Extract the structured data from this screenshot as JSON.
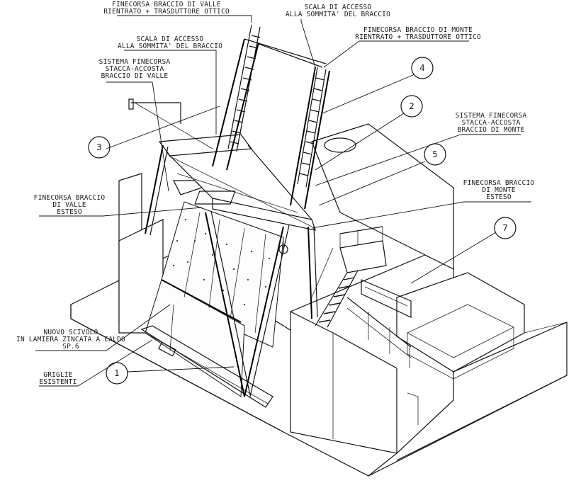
{
  "labels": {
    "finecorsa_valle_rientrato": [
      "FINECORSA BRACCIO DI VALLE",
      "RIENTRATO + TRASDUTTORE OTTICO"
    ],
    "scala_accesso_right": [
      "SCALA DI ACCESSO",
      "ALLA SOMMITA' DEL BRACCIO"
    ],
    "finecorsa_monte_rientrato": [
      "FINECORSA BRACCIO DI MONTE",
      "RIENTRATO + TRASDUTTORE OTTICO"
    ],
    "scala_accesso_left": [
      "SCALA DI ACCESSO",
      "ALLA SOMMITA' DEL BRACCIO"
    ],
    "sistema_valle": [
      "SISTEMA FINECORSA",
      "STACCA-ACCOSTA",
      "BRACCIO DI VALLE"
    ],
    "sistema_monte": [
      "SISTEMA FINECORSA",
      "STACCA-ACCOSTA",
      "BRACCIO DI MONTE"
    ],
    "finecorsa_valle_esteso": [
      "FINECORSA BRACCIO",
      "DI VALLE",
      "ESTESO"
    ],
    "finecorsa_monte_esteso": [
      "FINECORSA BRACCIO",
      "DI MONTE",
      "ESTESO"
    ],
    "nuovo_scivolo": [
      "NUOVO SCIVOLO",
      "IN LAMIERA ZINCATA A CALDO",
      "SP.6"
    ],
    "griglie": [
      "GRIGLIE",
      "ESISTENTI"
    ]
  },
  "callouts": [
    "1",
    "2",
    "3",
    "4",
    "5",
    "7"
  ]
}
